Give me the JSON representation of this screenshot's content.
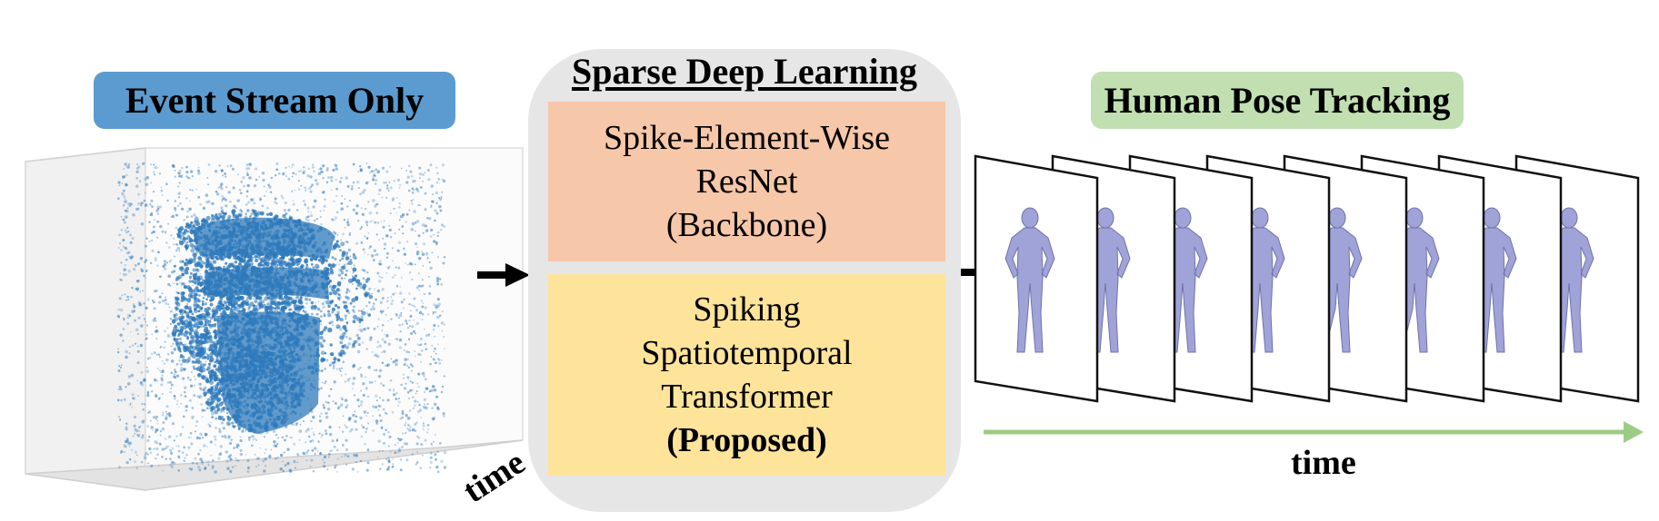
{
  "input": {
    "label": "Event Stream Only",
    "axis_label": "time",
    "pill_color": "#5b9bd0",
    "point_color": "#2e79bb"
  },
  "model": {
    "title": "Sparse Deep Learning",
    "backbone": {
      "lines": [
        "Spike-Element-Wise",
        "ResNet",
        "(Backbone)"
      ],
      "color": "#f6c7a8"
    },
    "transformer": {
      "lines": [
        "Spiking",
        "Spatiotemporal",
        "Transformer"
      ],
      "tag": "(Proposed)",
      "color": "#fde49a"
    }
  },
  "output": {
    "label": "Human Pose Tracking",
    "axis_label": "time",
    "pill_color": "#c1dfb1",
    "arrow_color": "#9ccc84",
    "frame_count": 8,
    "figure_color": "#9fa3d8"
  }
}
